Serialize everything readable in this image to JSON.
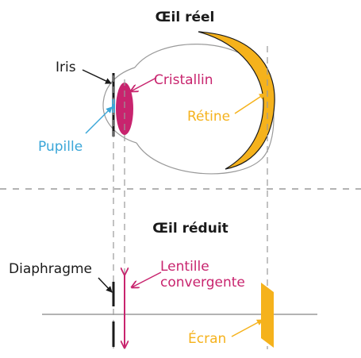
{
  "top": {
    "title": "Œil réel",
    "labels": {
      "iris": "Iris",
      "cristallin": "Cristallin",
      "retine": "Rétine",
      "pupille": "Pupille"
    }
  },
  "bottom": {
    "title": "Œil réduit",
    "labels": {
      "diaphragme": "Diaphragme",
      "lentille_line1": "Lentille",
      "lentille_line2": "convergente",
      "ecran": "Écran"
    }
  },
  "colors": {
    "dark": "#1a1a1a",
    "magenta": "#c8246e",
    "orange": "#f5b21c",
    "blue": "#3aa6d8",
    "gray": "#9a9a9a"
  }
}
